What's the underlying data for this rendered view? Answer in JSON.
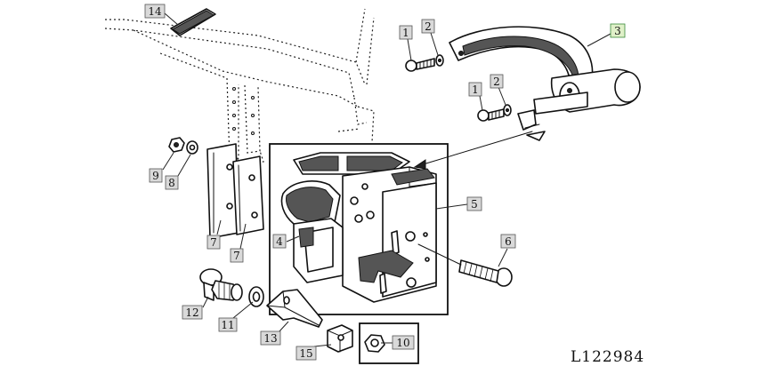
{
  "drawing_ref": "L122984",
  "callouts": [
    {
      "id": "c14a",
      "label": "14"
    },
    {
      "id": "c1a",
      "label": "1"
    },
    {
      "id": "c2a",
      "label": "2"
    },
    {
      "id": "c3",
      "label": "3"
    },
    {
      "id": "c1b",
      "label": "1"
    },
    {
      "id": "c2b",
      "label": "2"
    },
    {
      "id": "c9",
      "label": "9"
    },
    {
      "id": "c8",
      "label": "8"
    },
    {
      "id": "c5",
      "label": "5"
    },
    {
      "id": "c6",
      "label": "6"
    },
    {
      "id": "c4",
      "label": "4"
    },
    {
      "id": "c7a",
      "label": "7"
    },
    {
      "id": "c7b",
      "label": "7"
    },
    {
      "id": "c12",
      "label": "12"
    },
    {
      "id": "c11",
      "label": "11"
    },
    {
      "id": "c13",
      "label": "13"
    },
    {
      "id": "c15",
      "label": "15"
    },
    {
      "id": "c10",
      "label": "10"
    }
  ],
  "highlight_color": "#dff0c8"
}
